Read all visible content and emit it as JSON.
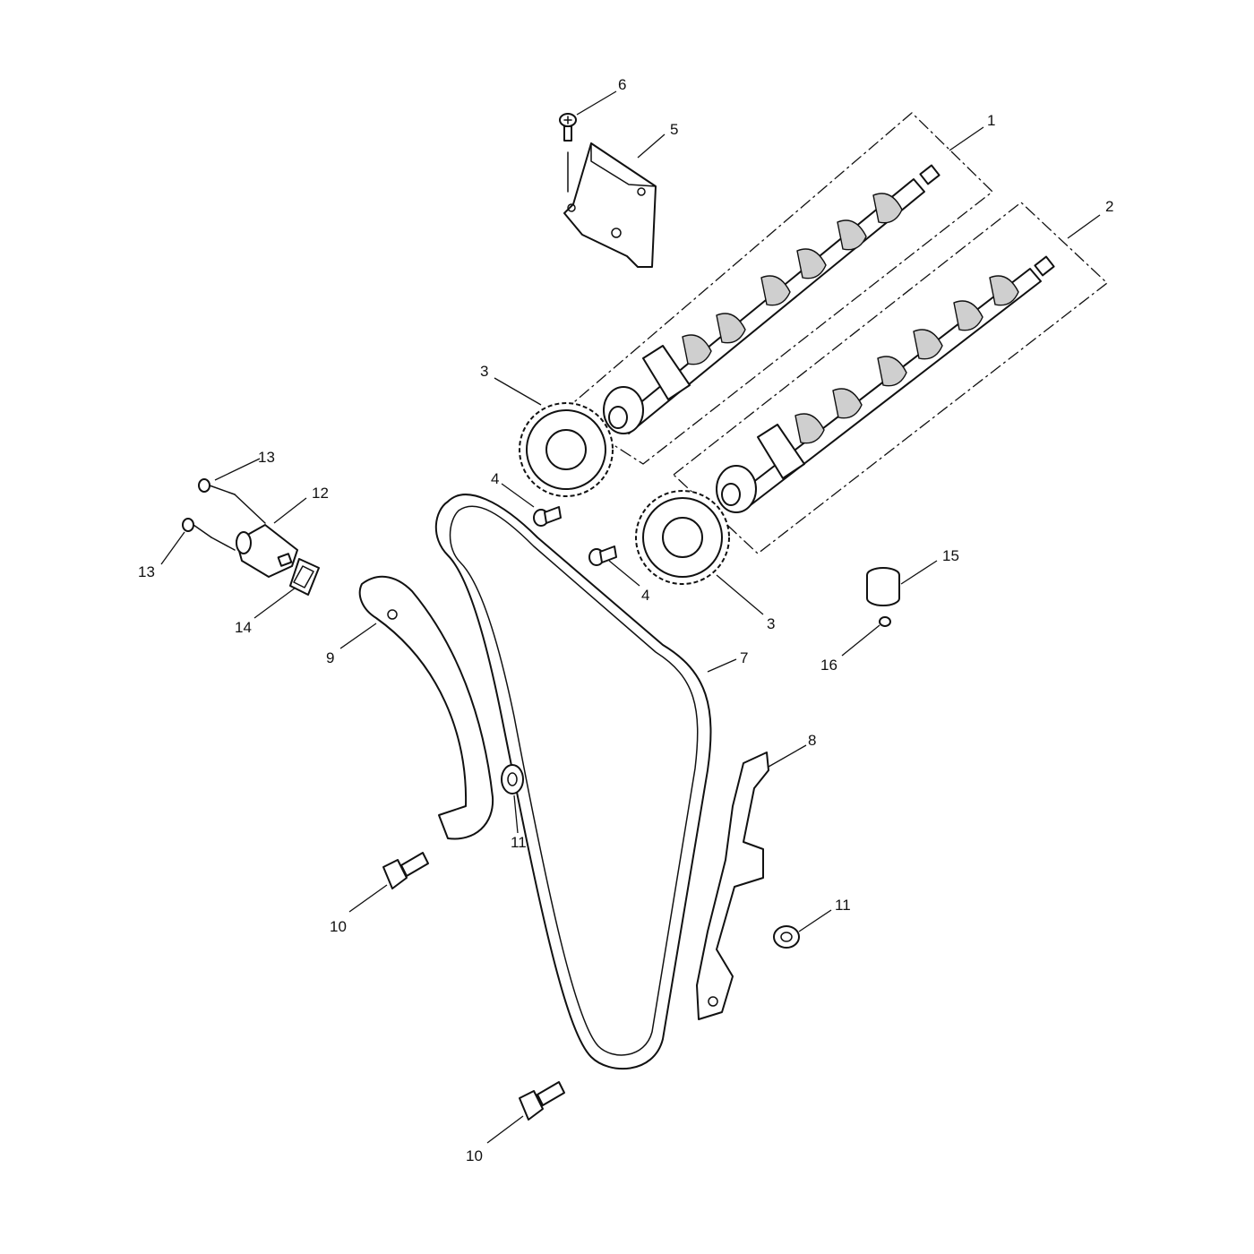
{
  "callouts": [
    {
      "id": "c1",
      "text": "1"
    },
    {
      "id": "c2",
      "text": "2"
    },
    {
      "id": "c3a",
      "text": "3"
    },
    {
      "id": "c3b",
      "text": "3"
    },
    {
      "id": "c4a",
      "text": "4"
    },
    {
      "id": "c4b",
      "text": "4"
    },
    {
      "id": "c5",
      "text": "5"
    },
    {
      "id": "c6",
      "text": "6"
    },
    {
      "id": "c7",
      "text": "7"
    },
    {
      "id": "c8",
      "text": "8"
    },
    {
      "id": "c9",
      "text": "9"
    },
    {
      "id": "c10a",
      "text": "10"
    },
    {
      "id": "c10b",
      "text": "10"
    },
    {
      "id": "c11a",
      "text": "11"
    },
    {
      "id": "c11b",
      "text": "11"
    },
    {
      "id": "c12",
      "text": "12"
    },
    {
      "id": "c13a",
      "text": "13"
    },
    {
      "id": "c13b",
      "text": "13"
    },
    {
      "id": "c14",
      "text": "14"
    },
    {
      "id": "c15",
      "text": "15"
    },
    {
      "id": "c16",
      "text": "16"
    }
  ]
}
